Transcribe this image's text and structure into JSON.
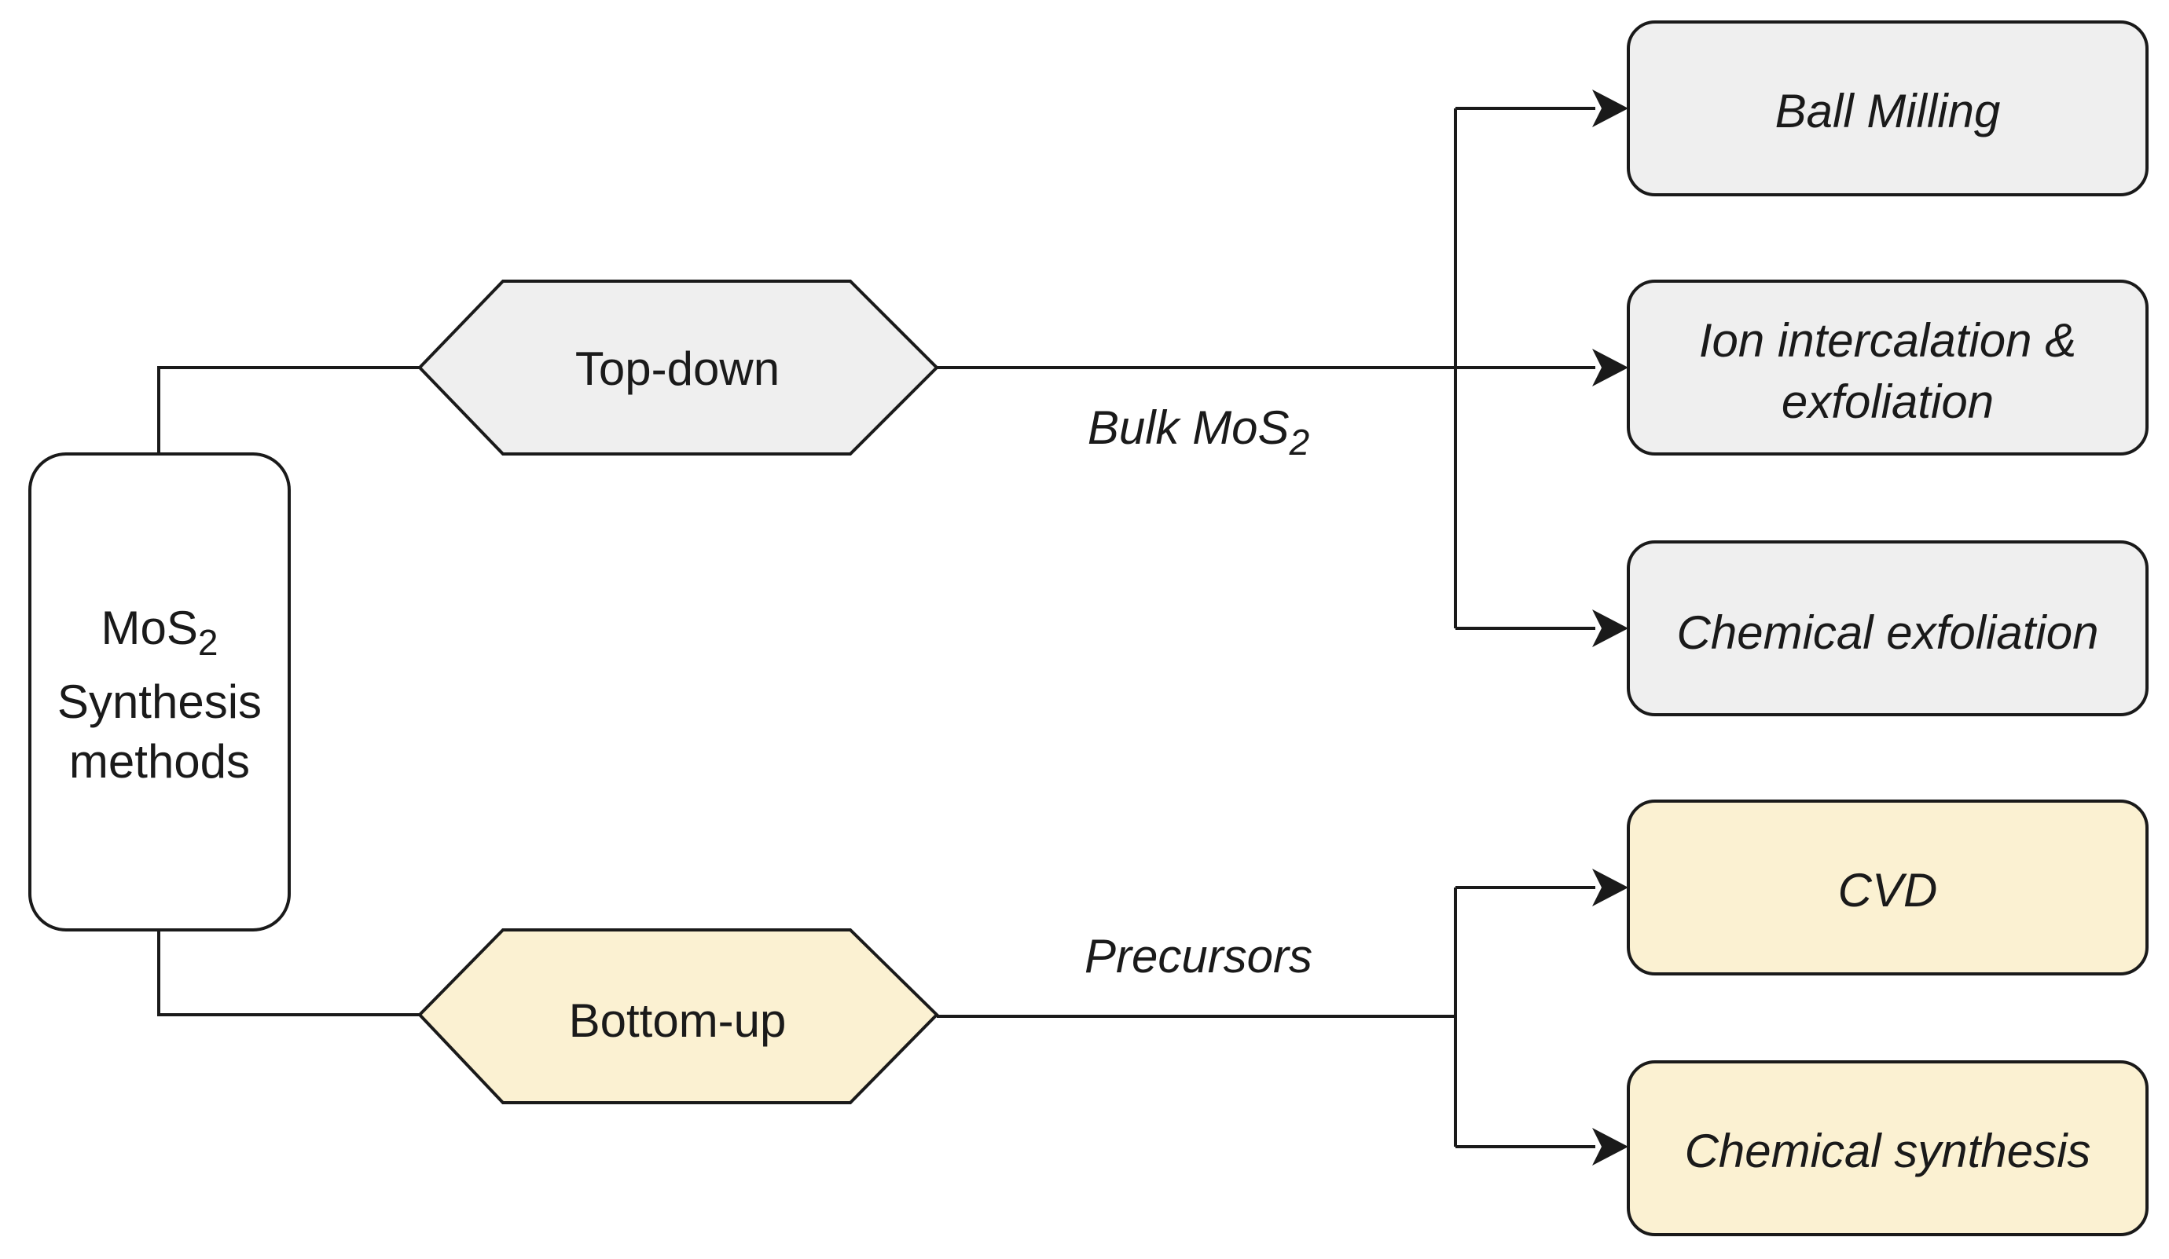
{
  "diagram": {
    "root": {
      "name": "MoS",
      "subscript": "2",
      "lines": [
        "Synthesis",
        "methods"
      ]
    },
    "branches": [
      {
        "id": "top-down",
        "label": "Top-down",
        "edge_label": "Bulk MoS",
        "edge_label_subscript": "2",
        "fill": "#efefef",
        "methods": [
          {
            "id": "ball-milling",
            "lines": [
              "Ball Milling"
            ]
          },
          {
            "id": "ion-intercalation",
            "lines": [
              "Ion intercalation &",
              "exfoliation"
            ]
          },
          {
            "id": "chemical-exfoliation",
            "lines": [
              "Chemical exfoliation"
            ]
          }
        ]
      },
      {
        "id": "bottom-up",
        "label": "Bottom-up",
        "edge_label": "Precursors",
        "fill": "#fbf1d2",
        "methods": [
          {
            "id": "cvd",
            "lines": [
              "CVD"
            ]
          },
          {
            "id": "chemical-synthesis",
            "lines": [
              "Chemical synthesis"
            ]
          }
        ]
      }
    ],
    "colors": {
      "stroke": "#1a1a1a",
      "root_fill": "#ffffff",
      "top_down_fill": "#efefef",
      "bottom_up_fill": "#fbf1d2"
    }
  }
}
